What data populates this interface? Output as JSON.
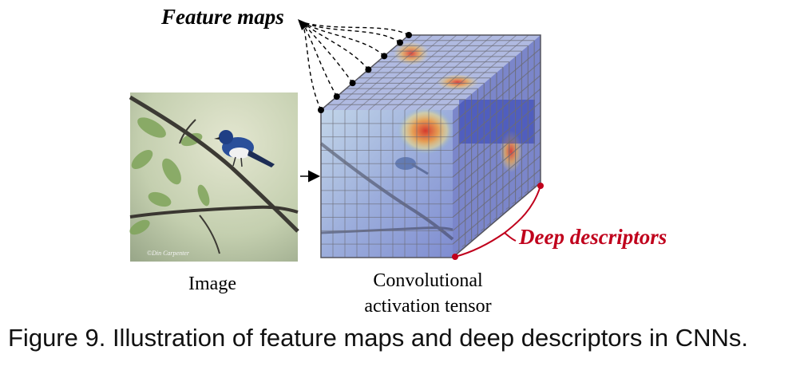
{
  "labels": {
    "feature_maps": "Feature maps",
    "image": "Image",
    "tensor_line1": "Convolutional",
    "tensor_line2": "activation tensor",
    "deep_descriptors": "Deep descriptors",
    "watermark": "©Din Carpenter"
  },
  "caption": "Figure 9. Illustration of feature maps and deep descriptors in CNNs.",
  "colors": {
    "grid": "#6b6b74",
    "tensor_fill": "#4a5ab8",
    "heat_hot": "#e23a2a",
    "heat_warm": "#f4a640",
    "heat_cool": "#1c2fb0",
    "descriptor_red": "#c0001c",
    "bird_blue": "#2a4f9a",
    "image_bg": "#c9d3b4"
  },
  "icons": [
    "bird-image",
    "arrow-icon",
    "dot-marker"
  ]
}
